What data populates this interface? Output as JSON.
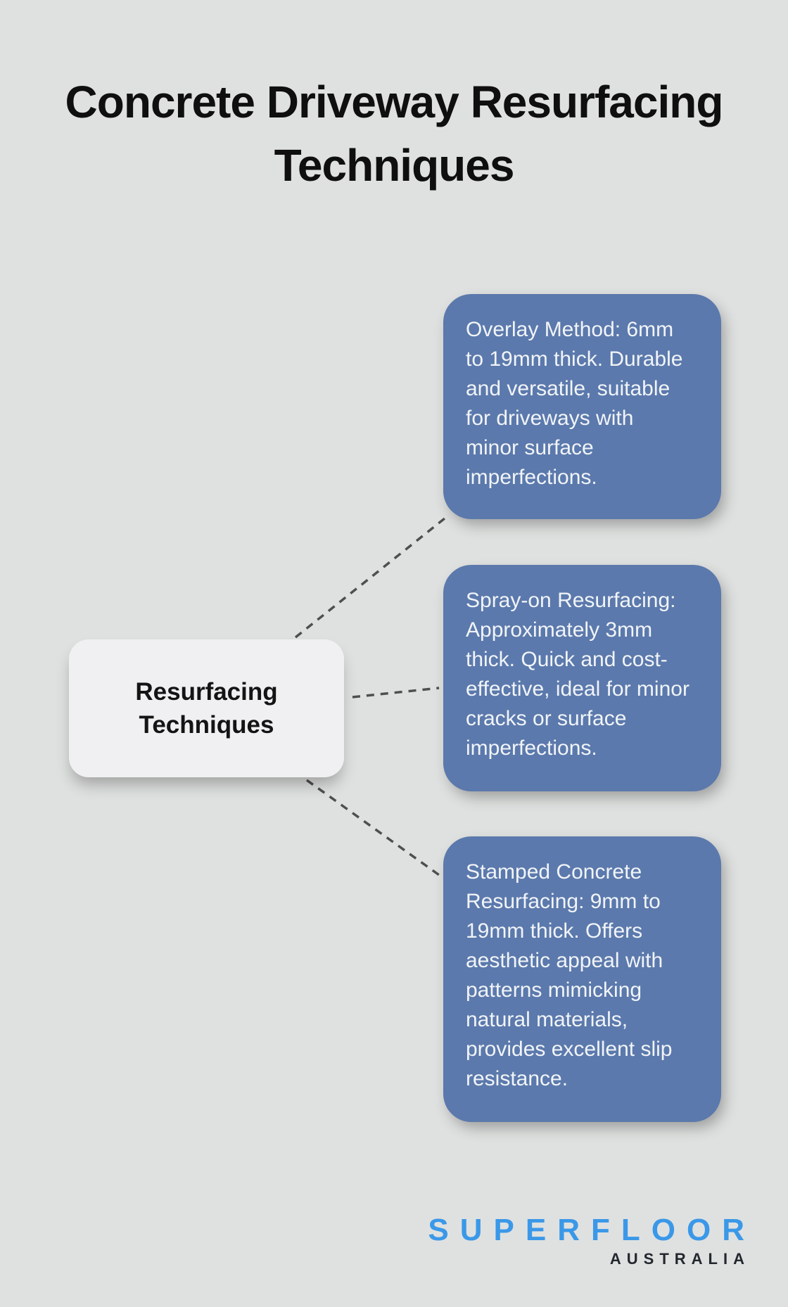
{
  "colors": {
    "page_bg": "#dfe1e0",
    "box_fill": "#5b79ac",
    "box_text": "#f1f4f8",
    "root_fill": "#f0f0f2",
    "root_text": "#141414",
    "title_text": "#0f0f0f",
    "connector": "#4f4f4f",
    "brand_blue": "#3b98e8",
    "brand_dark": "#23272e"
  },
  "title": {
    "full": "Concrete Driveway Resurfacing Techniques",
    "lines": [
      "Concrete Driveway Resurfacing",
      "Techniques"
    ]
  },
  "diagram": {
    "root_label": "Resurfacing Techniques",
    "nodes": [
      {
        "text": "Overlay Method: 6mm to 19mm thick. Durable and versatile, suitable for driveways with minor surface imperfections."
      },
      {
        "text": "Spray-on Resurfacing: Approximately 3mm thick. Quick and cost-effective, ideal for minor cracks or surface imperfections."
      },
      {
        "text": "Stamped Concrete Resurfacing: 9mm to 19mm thick. Offers aesthetic appeal with patterns mimicking natural materials, provides excellent slip resistance."
      }
    ]
  },
  "logo": {
    "brand": "SUPERFLOOR",
    "country": "AUSTRALIA"
  }
}
